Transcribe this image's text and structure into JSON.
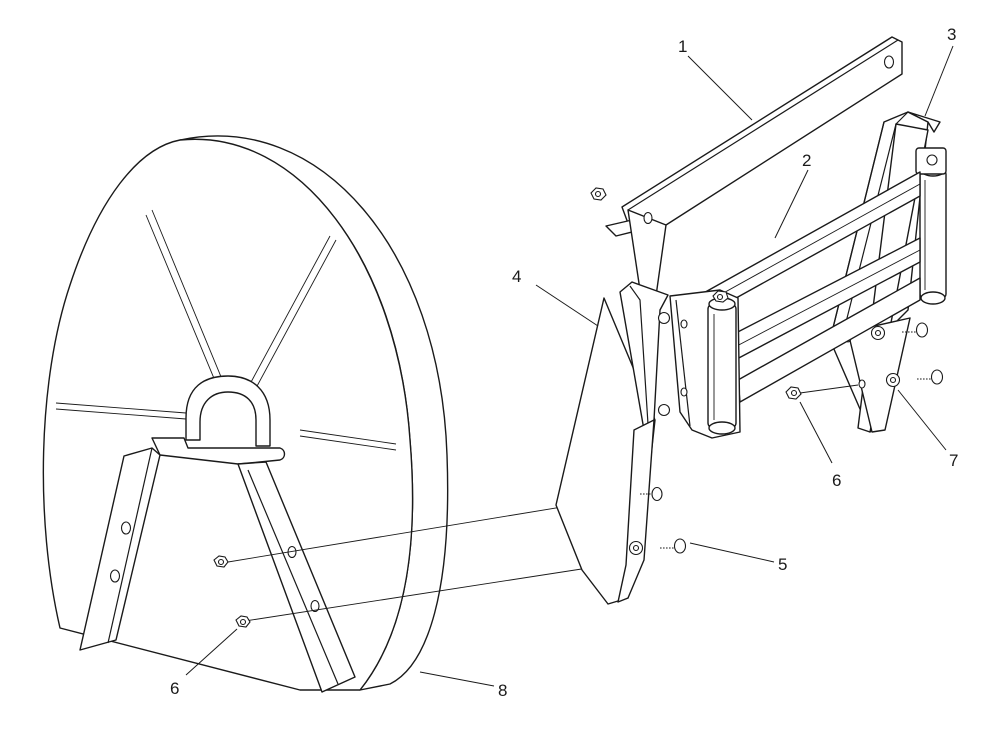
{
  "callouts": {
    "c1": "1",
    "c2": "2",
    "c3": "3",
    "c4": "4",
    "c5": "5",
    "c6a": "6",
    "c6b": "6",
    "c7": "7",
    "c8": "8"
  },
  "colors": {
    "line": "#1a1a1a",
    "fill": "#ffffff"
  }
}
